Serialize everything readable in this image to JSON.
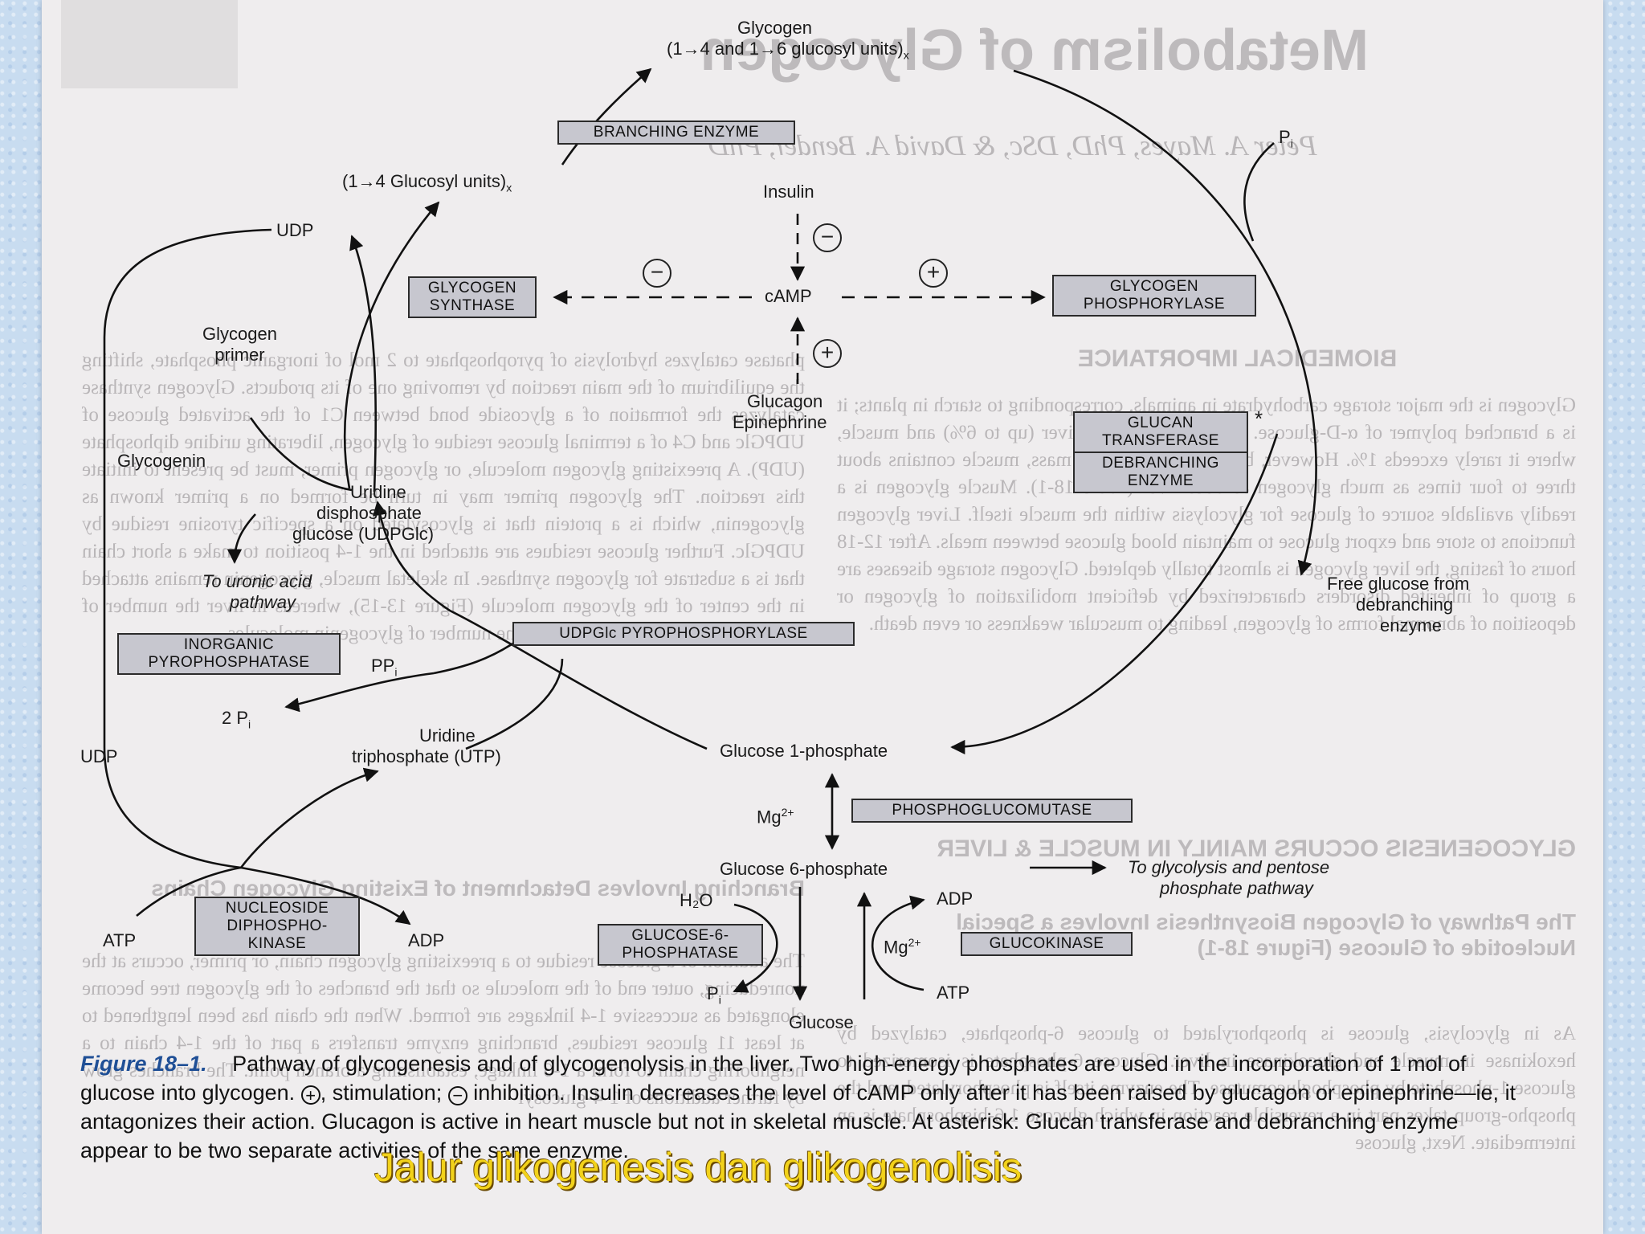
{
  "background_text": {
    "title": "Metabolism of Glycogen",
    "authors": "Peter A. Mayes, PhD, DSc, & David A. Bender, PhD",
    "heading_biomedical": "BIOMEDICAL IMPORTANCE",
    "para_biomedical": "Glycogen is the major storage carbohydrate in animals, corresponding to starch in plants; it is a branched polymer of α-D-glucose. It occurs mainly in liver (up to 6%) and muscle, where it rarely exceeds 1%. However, because of its greater mass, muscle contains about three to four times as much glycogen as does liver (Table 18-1). Muscle glycogen is a readily available source of glucose for glycolysis within the muscle itself. Liver glycogen functions to store and export glucose to maintain blood glucose between meals. After 12-18 hours of fasting, the liver glycogen is almost totally depleted. Glycogen storage diseases are a group of inherited disorders characterized by deficient mobilization of glycogen or deposition of abnormal forms of glycogen, leading to muscular weakness or even death.",
    "heading_muscle": "GLYCOGENESIS OCCURS MAINLY IN MUSCLE & LIVER",
    "heading_pathway": "The Pathway of Glycogen Biosynthesis Involves a Special Nucleotide of Glucose (Figure 18-1)",
    "para_pathway": "As in glycolysis, glucose is phosphorylated to glucose 6-phosphate, catalyzed by hexokinase in muscle and glucokinase in liver. Glucose 6-phosphate is isomerized to glucose 1-phosphate by phosphoglucomutase. The enzyme itself is phosphorylated, and the phospho-group takes part in a reversible reaction in which glucose 1,6-bisphosphate is an intermediate. Next, glucose",
    "para_left": "phatase catalyzes hydrolysis of pyrophosphate to 2 mol of inorganic phosphate, shifting the equilibrium of the main reaction by removing one of its products. Glycogen synthase catalyzes the formation of a glycoside bond between C1 of the activated glucose of UDPGlc and C4 of a terminal glucose residue of glycogen, liberating uridine diphosphate (UDP). A preexisting glycogen molecule, or glycogen primer, must be present to initiate this reaction. The glycogen primer may in turn be formed on a primer known as glycogenin, which is a protein that is glycosylated on a specific tyrosine residue by UDPGlc. Further glucose residues are attached in the 1-4 position to make a short chain that is a substrate for glycogen synthase. In skeletal muscle, glycogenin remains attached in the center of the glycogen molecule (Figure 13-15), whereas in liver the number of glycogen molecules is greater than the number of glycogenin molecules.",
    "heading_branching": "Branching Involves Detachment of Existing Glycogen Chains",
    "para_branching": "The addition of a glucose residue to a preexisting glycogen chain, or primer, occurs at the nonreducing, outer end of the molecule so that the branches of the glycogen tree become elongated as successive 1-4 linkages are formed. When the chain has been lengthened to at least 11 glucose residues, branching enzyme transfers a part of the 1-4 chain to a neighboring chain to form a 1-6 linkage, establishing a branch point. The branches grow by further additions of 1-4-glucosyl"
  },
  "diagram": {
    "glycogen": "Glycogen",
    "glycogen_units": "(1→4 and 1→6 glucosyl units)",
    "glycogen_units_sub": "x",
    "glucosyl_14": "(1→4 Glucosyl units)",
    "glucosyl_14_sub": "x",
    "pi_top": "P",
    "pi_top_sub": "i",
    "insulin": "Insulin",
    "camp": "cAMP",
    "glucagon": "Glucagon",
    "epinephrine": "Epinephrine",
    "udp_top": "UDP",
    "glycogen_primer": "Glycogen\nprimer",
    "glycogenin": "Glycogenin",
    "udpglc_1": "Uridine",
    "udpglc_2": "disphosphate",
    "udpglc_3": "glucose (UDPGlc)",
    "uronic_1": "To uronic acid",
    "uronic_2": "pathway",
    "ppi": "PP",
    "ppi_sub": "i",
    "two_pi": "2 P",
    "two_pi_sub": "i",
    "utp_1": "Uridine",
    "utp_2": "triphosphate (UTP)",
    "udp_bottom": "UDP",
    "atp_left": "ATP",
    "adp_left": "ADP",
    "g1p": "Glucose 1-phosphate",
    "mg_1": "Mg",
    "mg_1_sup": "2+",
    "g6p": "Glucose 6-phosphate",
    "glycolysis_1": "To glycolysis and pentose",
    "glycolysis_2": "phosphate pathway",
    "h2o": "H₂O",
    "pi_bottom": "P",
    "pi_bottom_sub": "i",
    "adp_right": "ADP",
    "mg_2": "Mg",
    "mg_2_sup": "2+",
    "atp_right": "ATP",
    "glucose": "Glucose",
    "free_glucose_1": "Free glucose from",
    "free_glucose_2": "debranching",
    "free_glucose_3": "enzyme",
    "asterisk": "*",
    "plus": "+",
    "minus": "−"
  },
  "enzymes": {
    "branching": "BRANCHING ENZYME",
    "synthase": "GLYCOGEN\nSYNTHASE",
    "phosphorylase": "GLYCOGEN\nPHOSPHORYLASE",
    "transferase": "GLUCAN\nTRANSFERASE",
    "debranching": "DEBRANCHING\nENZYME",
    "pyrophosphorylase": "UDPGlc PYROPHOSPHORYLASE",
    "pyrophosphatase": "INORGANIC\nPYROPHOSPHATASE",
    "mutase": "PHOSPHOGLUCOMUTASE",
    "ndk": "NUCLEOSIDE\nDIPHOSPHO-\nKINASE",
    "g6pase": "GLUCOSE-6-\nPHOSPHATASE",
    "glucokinase": "GLUCOKINASE"
  },
  "caption": {
    "figure_no": "Figure 18–1.",
    "text_a": "Pathway of glycogenesis and of glycogenolysis in the liver. Two high-energy phosphates are used in the incorporation of 1 mol of glucose into glycogen.",
    "text_b": ", stimulation;",
    "text_c": "inhibition. Insulin decreases the level of cAMP only after it has been raised by glucagon or epinephrine—ie, it antagonizes their action. Glucagon is active in heart muscle but not in skeletal muscle. At asterisk: Glucan transferase and debranching enzyme appear to be two separate activities of the same enzyme."
  },
  "overlay_title": "Jalur glikogenesis dan glikogenolisis"
}
